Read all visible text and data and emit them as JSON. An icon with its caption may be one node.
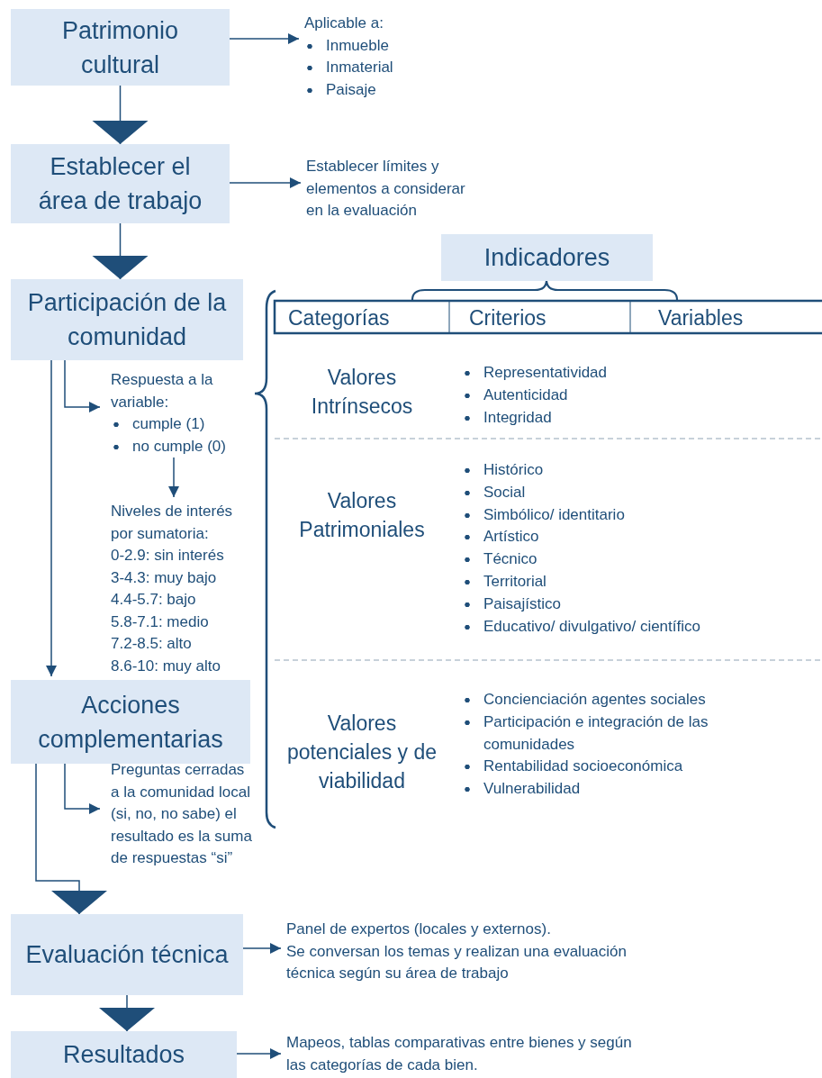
{
  "diagram": {
    "nodes": [
      {
        "text": [
          "Patrimonio cultural"
        ]
      },
      {
        "text": [
          "Aplicable a:",
          "Inmueble",
          "Inmaterial",
          "Paisaje"
        ]
      },
      {
        "text": [
          "Establecer el área de trabajo"
        ]
      },
      {
        "text": [
          "Establecer límites y elementos a considerar en la evaluación"
        ]
      },
      {
        "text": [
          "Participación de la comunidad"
        ]
      },
      {
        "text": [
          "Respuesta a la variable:",
          "cumple (1)",
          "no cumple (0)"
        ]
      },
      {
        "text": [
          "Niveles de interés por sumatoria:",
          "0-2.9: sin interés",
          "3-4.3: muy bajo",
          "4.4-5.7: bajo",
          "5.8-7.1: medio",
          "7.2-8.5: alto",
          "8.6-10: muy alto"
        ]
      },
      {
        "text": [
          "Acciones complementarias"
        ]
      },
      {
        "text": [
          "Preguntas cerradas a la comunidad local (si, no, no sabe) el resultado es la suma de respuestas “si”"
        ]
      },
      {
        "text": [
          "Evaluación técnica"
        ]
      },
      {
        "text": [
          "Panel de expertos (locales y externos).",
          "Se conversan los temas y realizan una evaluación técnica según su área de trabajo"
        ]
      },
      {
        "text": [
          "Resultados"
        ]
      },
      {
        "text": [
          "Mapeos, tablas comparativas entre bienes y según las categorías de cada bien."
        ]
      },
      {
        "text": [
          "Indicadores"
        ]
      }
    ],
    "edges": [
      {
        "from": 0,
        "to": 1,
        "arrow": "to"
      },
      {
        "from": 0,
        "to": 2,
        "arrow": "to"
      },
      {
        "from": 2,
        "to": 3,
        "arrow": "to"
      },
      {
        "from": 2,
        "to": 4,
        "arrow": "to"
      },
      {
        "from": 4,
        "to": 5,
        "arrow": "to"
      },
      {
        "from": 5,
        "to": 6,
        "arrow": "to"
      },
      {
        "from": 4,
        "to": 7,
        "arrow": "to"
      },
      {
        "from": 7,
        "to": 8,
        "arrow": "to"
      },
      {
        "from": 7,
        "to": 9,
        "arrow": "to"
      },
      {
        "from": 9,
        "to": 10,
        "arrow": "to"
      },
      {
        "from": 9,
        "to": 11,
        "arrow": "to"
      },
      {
        "from": 11,
        "to": 12,
        "arrow": "to"
      }
    ],
    "labels": [
      "Categorías",
      "Criterios",
      "Variables",
      "Valores Intrínsecos",
      "Representatividad",
      "Autenticidad",
      "Integridad",
      "Valores Patrimoniales",
      "Histórico",
      "Social",
      "Simbólico/ identitario",
      "Artístico",
      "Técnico",
      "Territorial",
      "Paisajístico",
      "Educativo/ divulgativo/ científico",
      "Valores potenciales y de viabilidad",
      "Concienciación agentes sociales",
      "Participación e integración de las comunidades",
      "Rentabilidad socioeconómica",
      "Vulnerabilidad"
    ]
  }
}
